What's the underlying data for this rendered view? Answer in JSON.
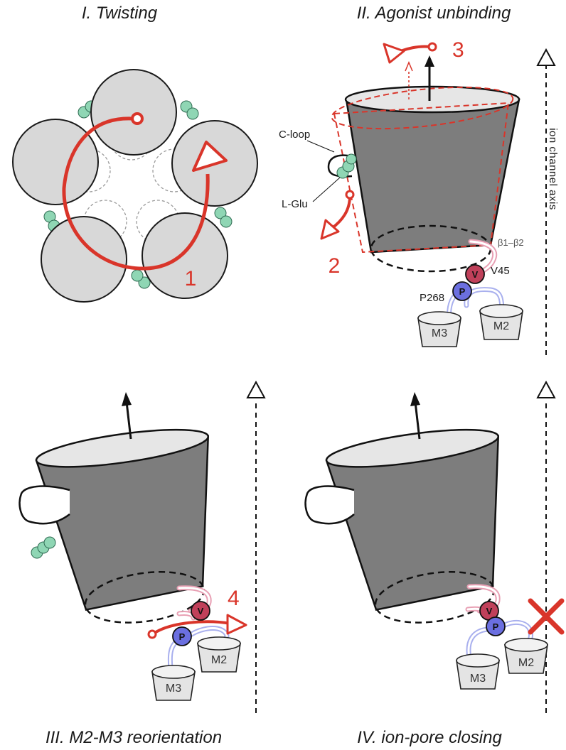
{
  "panels": {
    "p1": {
      "title": "I. Twisting",
      "step": "1"
    },
    "p2": {
      "title": "II. Agonist unbinding",
      "step_a": "2",
      "step_b": "3"
    },
    "p3": {
      "title": "III. M2-M3 reorientation",
      "step": "4"
    },
    "p4": {
      "title": "IV. ion-pore closing"
    }
  },
  "labels": {
    "c_loop": "C-loop",
    "l_glu": "L-Glu",
    "beta_loop": "β1–β2",
    "v45": "V45",
    "p268": "P268",
    "axis": "ion channel axis",
    "v_symbol": "V",
    "p_symbol": "P",
    "m2": "M2",
    "m3": "M3"
  },
  "colors": {
    "accent_red": "#d9352a",
    "protein_gray": "#7d7d7d",
    "subunit_light": "#d8d8d8",
    "glu_green": "#8fd6b4",
    "valine": "#c0405a",
    "proline": "#6b6fe0"
  }
}
